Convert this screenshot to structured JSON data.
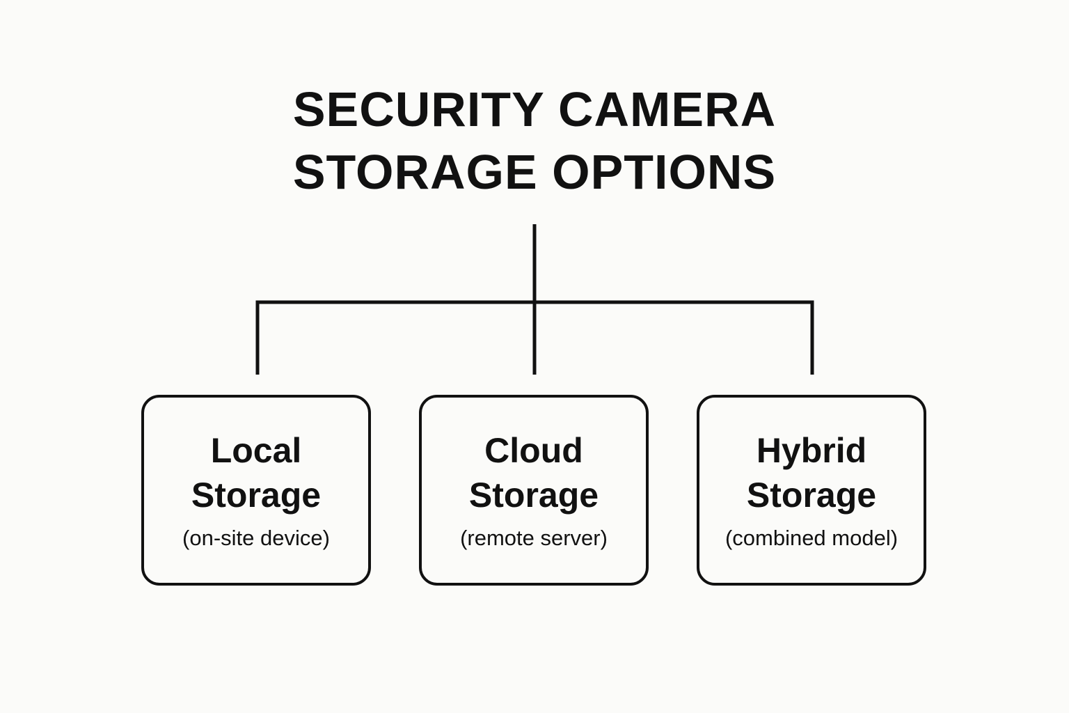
{
  "title": {
    "line1": "SECURITY CAMERA",
    "line2": "STORAGE OPTIONS"
  },
  "options": [
    {
      "line1": "Local",
      "line2": "Storage",
      "description": "(on-site device)"
    },
    {
      "line1": "Cloud",
      "line2": "Storage",
      "description": "(remote server)"
    },
    {
      "line1": "Hybrid",
      "line2": "Storage",
      "description": "(combined model)"
    }
  ]
}
